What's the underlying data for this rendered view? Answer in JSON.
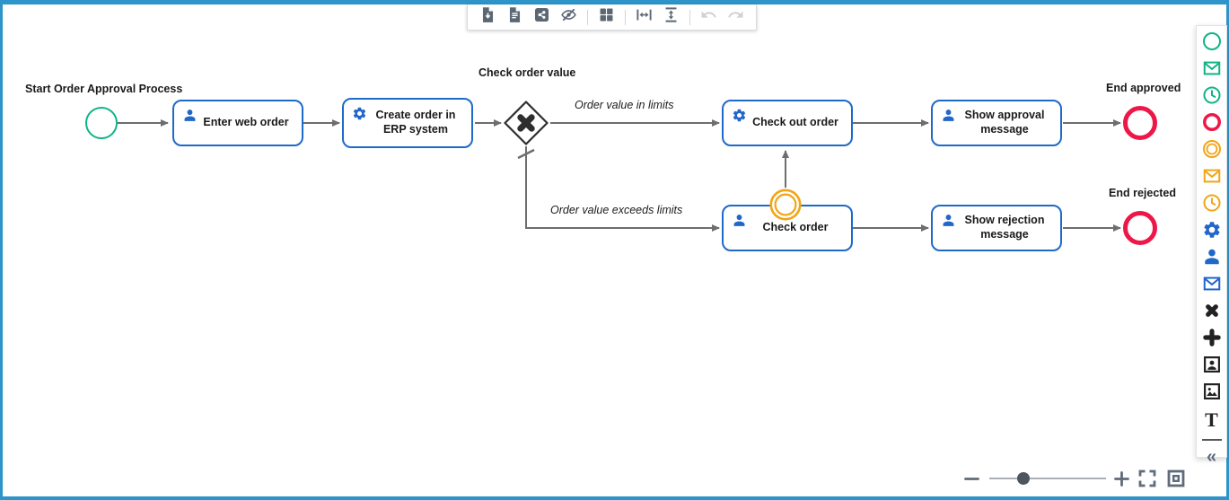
{
  "window": {
    "border_color": "#2d95c9",
    "background": "#ffffff"
  },
  "toolbar": {
    "buttons": [
      {
        "name": "export-file",
        "icon": "file-download-icon",
        "enabled": true
      },
      {
        "name": "document",
        "icon": "document-icon",
        "enabled": true
      },
      {
        "name": "share",
        "icon": "share-icon",
        "enabled": true
      },
      {
        "name": "hide-preview",
        "icon": "eye-off-icon",
        "enabled": true
      },
      {
        "name": "grid-layout",
        "icon": "grid-icon",
        "enabled": true
      },
      {
        "name": "fit-width",
        "icon": "fit-width-icon",
        "enabled": true
      },
      {
        "name": "fit-height",
        "icon": "fit-height-icon",
        "enabled": true
      },
      {
        "name": "undo",
        "icon": "undo-icon",
        "enabled": false
      },
      {
        "name": "redo",
        "icon": "redo-icon",
        "enabled": false
      }
    ]
  },
  "diagram": {
    "colors": {
      "start_event": "#10b487",
      "end_event": "#ee1749",
      "boundary_event": "#f1a517",
      "task_border": "#1e6ac9",
      "task_icon": "#2166c9",
      "gateway": "#2e2e2e",
      "connector": "#6e6e6e"
    },
    "nodes": {
      "start_event": {
        "label": "Start Order Approval Process",
        "type": "start-event"
      },
      "enter_web_order": {
        "label": "Enter web order",
        "type": "user-task"
      },
      "create_order_erp": {
        "label": "Create order in ERP system",
        "type": "service-task"
      },
      "check_order_value": {
        "label": "Check order value",
        "type": "exclusive-gateway"
      },
      "check_out_order": {
        "label": "Check out order",
        "type": "service-task"
      },
      "check_order": {
        "label": "Check order",
        "type": "user-task-with-boundary-event"
      },
      "show_approval_message": {
        "label": "Show approval message",
        "type": "user-task"
      },
      "show_rejection_message": {
        "label": "Show rejection message",
        "type": "user-task"
      },
      "end_approved": {
        "label": "End approved",
        "type": "end-event"
      },
      "end_rejected": {
        "label": "End rejected",
        "type": "end-event"
      }
    },
    "flow_labels": {
      "in_limits": "Order value in limits",
      "exceeds_limits": "Order value exceeds limits"
    }
  },
  "palette": {
    "items": [
      {
        "name": "start-event",
        "icon": "circle-icon",
        "color": "#10b487"
      },
      {
        "name": "message-start-event",
        "icon": "envelope-icon",
        "color": "#10b487"
      },
      {
        "name": "timer-start-event",
        "icon": "clock-icon",
        "color": "#10b487"
      },
      {
        "name": "end-event",
        "icon": "thick-circle-icon",
        "color": "#ee1749"
      },
      {
        "name": "intermediate-event",
        "icon": "double-circle-icon",
        "color": "#f1a517"
      },
      {
        "name": "message-intermediate-event",
        "icon": "envelope-icon",
        "color": "#f1a517"
      },
      {
        "name": "timer-intermediate-event",
        "icon": "clock-icon",
        "color": "#f1a517"
      },
      {
        "name": "service-task",
        "icon": "gear-icon",
        "color": "#2166c9"
      },
      {
        "name": "user-task",
        "icon": "user-icon",
        "color": "#2166c9"
      },
      {
        "name": "message-task",
        "icon": "envelope-icon",
        "color": "#2166c9"
      },
      {
        "name": "exclusive-gateway",
        "icon": "x-icon",
        "color": "#222222"
      },
      {
        "name": "parallel-gateway",
        "icon": "plus-icon",
        "color": "#222222"
      },
      {
        "name": "user-image",
        "icon": "portrait-icon",
        "color": "#222222"
      },
      {
        "name": "image",
        "icon": "picture-icon",
        "color": "#222222"
      },
      {
        "name": "text-annotation",
        "icon": "text-icon",
        "color": "#222222"
      },
      {
        "name": "collapse-palette",
        "icon": "chevron-double-left-icon",
        "color": "#5d6b7a",
        "glyph": "«"
      }
    ]
  },
  "zoom_controls": {
    "items": [
      {
        "name": "zoom-out",
        "icon": "minus-icon"
      },
      {
        "name": "zoom-slider",
        "icon": "slider-handle"
      },
      {
        "name": "zoom-in",
        "icon": "plus-icon"
      },
      {
        "name": "fullscreen",
        "icon": "fullscreen-icon"
      },
      {
        "name": "fit-view",
        "icon": "fit-view-icon"
      }
    ]
  }
}
